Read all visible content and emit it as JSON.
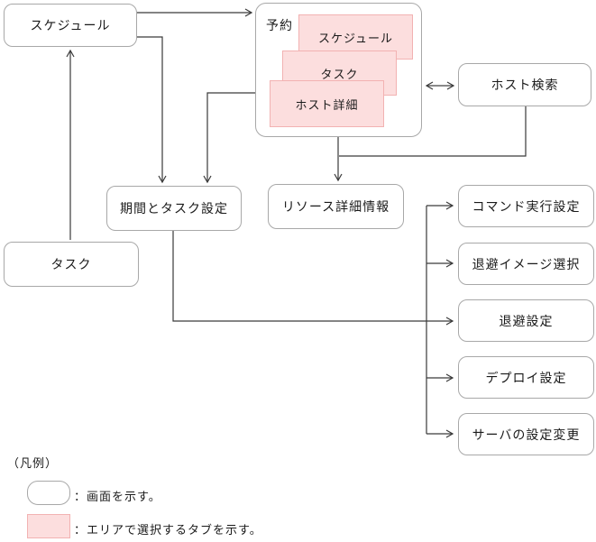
{
  "nodes": {
    "schedule": "スケジュール",
    "reservation": "予約",
    "reservation_tabs": [
      "スケジュール",
      "タスク",
      "ホスト詳細"
    ],
    "host_search": "ホスト検索",
    "period_task": "期間とタスク設定",
    "resource_detail": "リソース詳細情報",
    "command_exec": "コマンド実行設定",
    "evac_image": "退避イメージ選択",
    "evac_settings": "退避設定",
    "deploy_settings": "デプロイ設定",
    "server_change": "サーバの設定変更",
    "task": "タスク"
  },
  "legend": {
    "title": "（凡例）",
    "screen": "：画面を示す。",
    "tab": "：エリアで選択するタブを示す。"
  },
  "colors": {
    "tab_fill": "#fcdede",
    "tab_border": "#f2b2b2",
    "node_border": "#a8a8a8",
    "line": "#3a3a3a"
  }
}
